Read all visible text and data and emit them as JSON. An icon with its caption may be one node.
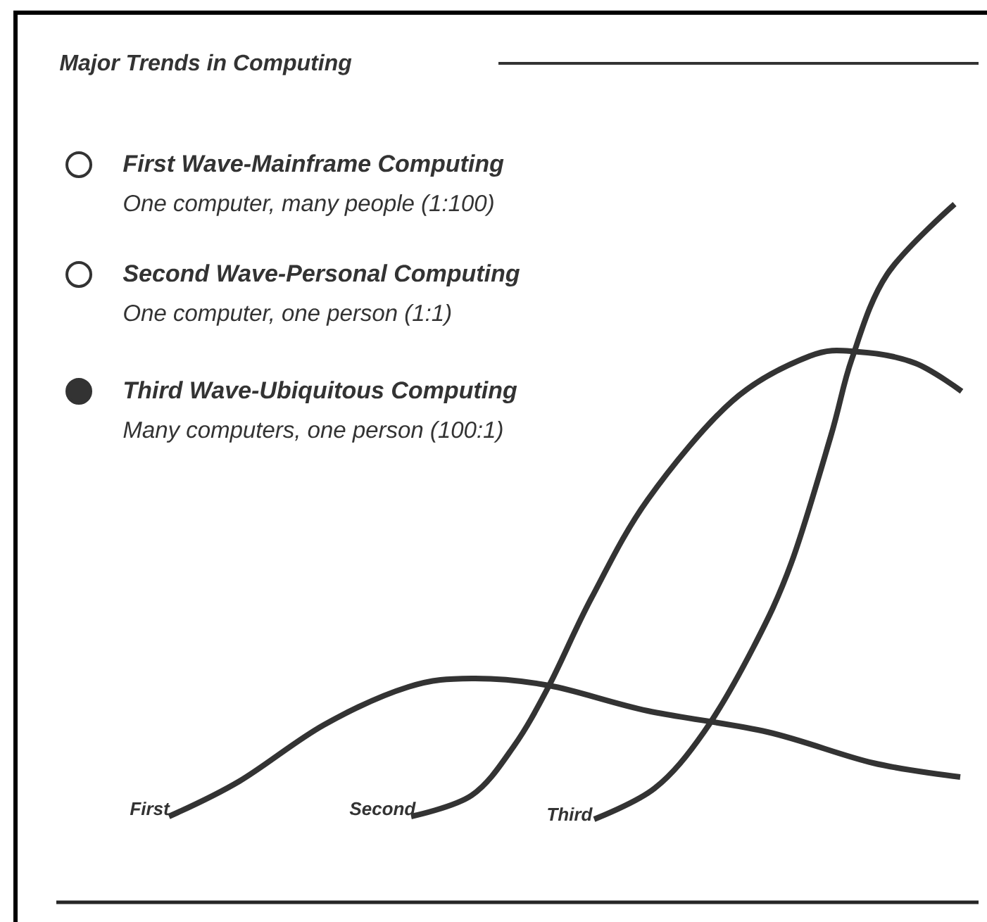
{
  "diagram": {
    "title": "Major Trends in Computing",
    "legend": [
      {
        "text": "First Wave-Mainframe Computing"
      },
      {
        "text": "Second Wave-Personal Computing"
      },
      {
        "text": "Third Wave-Ubiquitous Computing"
      }
    ],
    "labels": [
      "One computer, many people (1:100)",
      "One computer, one person (1:1)",
      "Many computers, one person (100:1)",
      "First",
      "Second",
      "Third"
    ]
  }
}
